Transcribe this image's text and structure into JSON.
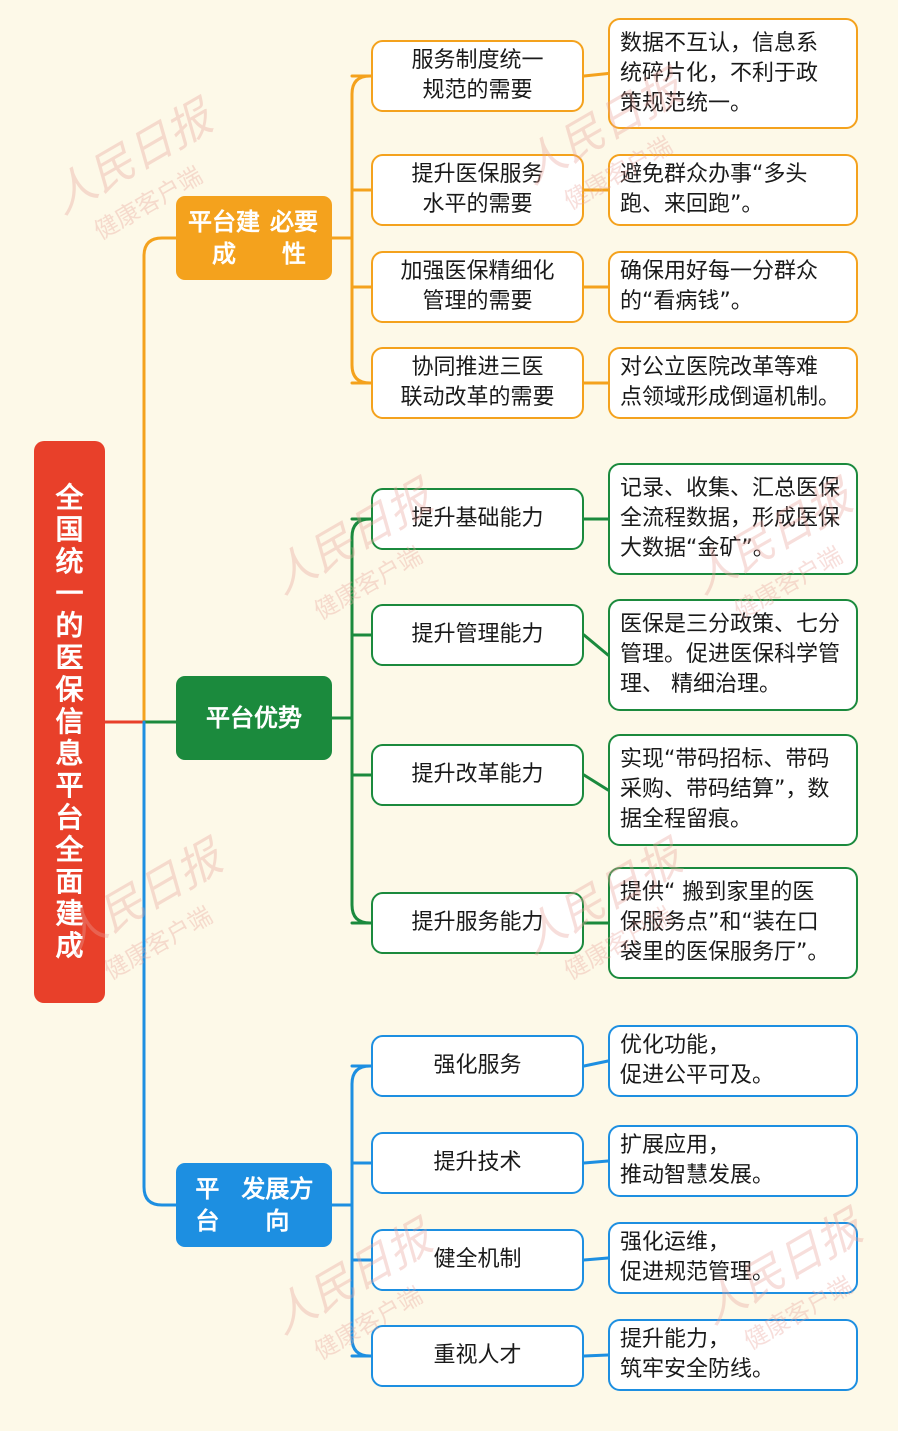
{
  "root": {
    "title": "全国统一的医保信息平台全面建成"
  },
  "branches": [
    {
      "label": "平台建成必要性",
      "label_lines": [
        "平台建成",
        "必要性"
      ],
      "color": "#f4a21d",
      "items": [
        {
          "topic": [
            "服务制度统一",
            "规范的需要"
          ],
          "note": [
            "数据不互认，信息系",
            "统碎片化，不利于政",
            "策规范统一。"
          ]
        },
        {
          "topic": [
            "提升医保服务",
            "水平的需要"
          ],
          "note": [
            "避免群众办事“多头",
            "跑、来回跑”。"
          ]
        },
        {
          "topic": [
            "加强医保精细化",
            "管理的需要"
          ],
          "note": [
            "确保用好每一分群众",
            "的“看病钱”。"
          ]
        },
        {
          "topic": [
            "协同推进三医",
            "联动改革的需要"
          ],
          "note": [
            "对公立医院改革等难",
            "点领域形成倒逼机制。"
          ]
        }
      ]
    },
    {
      "label": "平台优势",
      "label_lines": [
        "平台优势"
      ],
      "color": "#1b8a3d",
      "items": [
        {
          "topic": [
            "提升基础能力"
          ],
          "note": [
            "记录、收集、汇总医保",
            "全流程数据，形成医保",
            "大数据“金矿”。"
          ]
        },
        {
          "topic": [
            "提升管理能力"
          ],
          "note": [
            "医保是三分政策、七分",
            "管理。促进医保科学管",
            "理、 精细治理。"
          ]
        },
        {
          "topic": [
            "提升改革能力"
          ],
          "note": [
            "实现“带码招标、带码",
            "采购、带码结算”，数",
            "据全程留痕。"
          ]
        },
        {
          "topic": [
            "提升服务能力"
          ],
          "note": [
            "提供“ 搬到家里的医",
            "保服务点”和“装在口",
            "袋里的医保服务厅”。"
          ]
        }
      ]
    },
    {
      "label": "平台发展方向",
      "label_lines": [
        "平台",
        "发展方向"
      ],
      "color": "#1d8fe1",
      "items": [
        {
          "topic": [
            "强化服务"
          ],
          "note": [
            "优化功能，",
            "促进公平可及。"
          ]
        },
        {
          "topic": [
            "提升技术"
          ],
          "note": [
            "扩展应用，",
            "推动智慧发展。"
          ]
        },
        {
          "topic": [
            "健全机制"
          ],
          "note": [
            "强化运维，",
            "促进规范管理。"
          ]
        },
        {
          "topic": [
            "重视人才"
          ],
          "note": [
            "提升能力，",
            "筑牢安全防线。"
          ]
        }
      ]
    }
  ],
  "watermark": {
    "brand": "人民日报",
    "sub": "健康客户端"
  },
  "colors": {
    "root": "#e8402a",
    "background": "#fdf9e8"
  }
}
